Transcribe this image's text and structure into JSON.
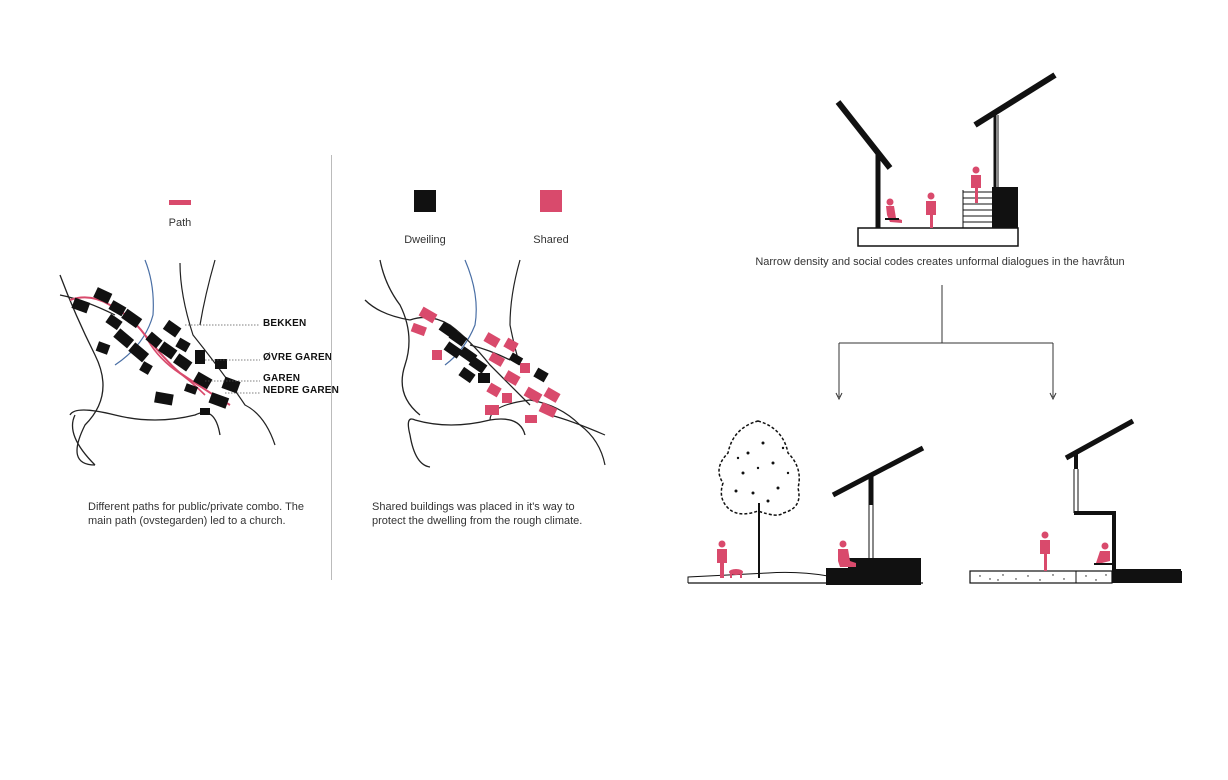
{
  "colors": {
    "accent": "#d94a6c",
    "ink": "#111111",
    "line": "#222222",
    "river": "#4a6fa5",
    "divider": "#bbbbbb"
  },
  "panel_left": {
    "legend": {
      "path_label": "Path"
    },
    "place_labels": [
      "BEKKEN",
      "ØVRE GAREN",
      "GAREN",
      "NEDRE GAREN"
    ],
    "caption_lines": [
      "Different paths for public/private combo. The",
      "main path (ovstegarden) led to a church."
    ]
  },
  "panel_middle": {
    "legend": {
      "dwelling_label": "Dweiling",
      "shared_label": "Shared"
    },
    "caption_lines": [
      "Shared buildings was placed in it's way  to",
      "protect the dwelling from the rough climate."
    ]
  },
  "panel_right": {
    "caption": "Narrow density and social codes creates unformal dialogues in the havråtun"
  }
}
